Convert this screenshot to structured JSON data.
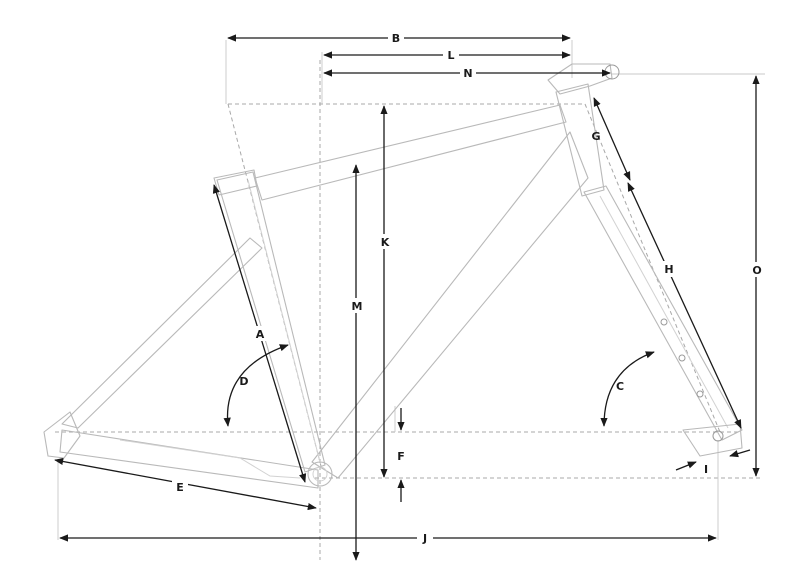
{
  "labels": {
    "A": "A",
    "B": "B",
    "C": "C",
    "D": "D",
    "E": "E",
    "F": "F",
    "G": "G",
    "H": "H",
    "I": "I",
    "J": "J",
    "K": "K",
    "L": "L",
    "M": "M",
    "N": "N",
    "O": "O"
  },
  "colors": {
    "dimension": "#1a1a1a",
    "frame": "#b9b9b9",
    "guide": "#a8a8a8"
  }
}
